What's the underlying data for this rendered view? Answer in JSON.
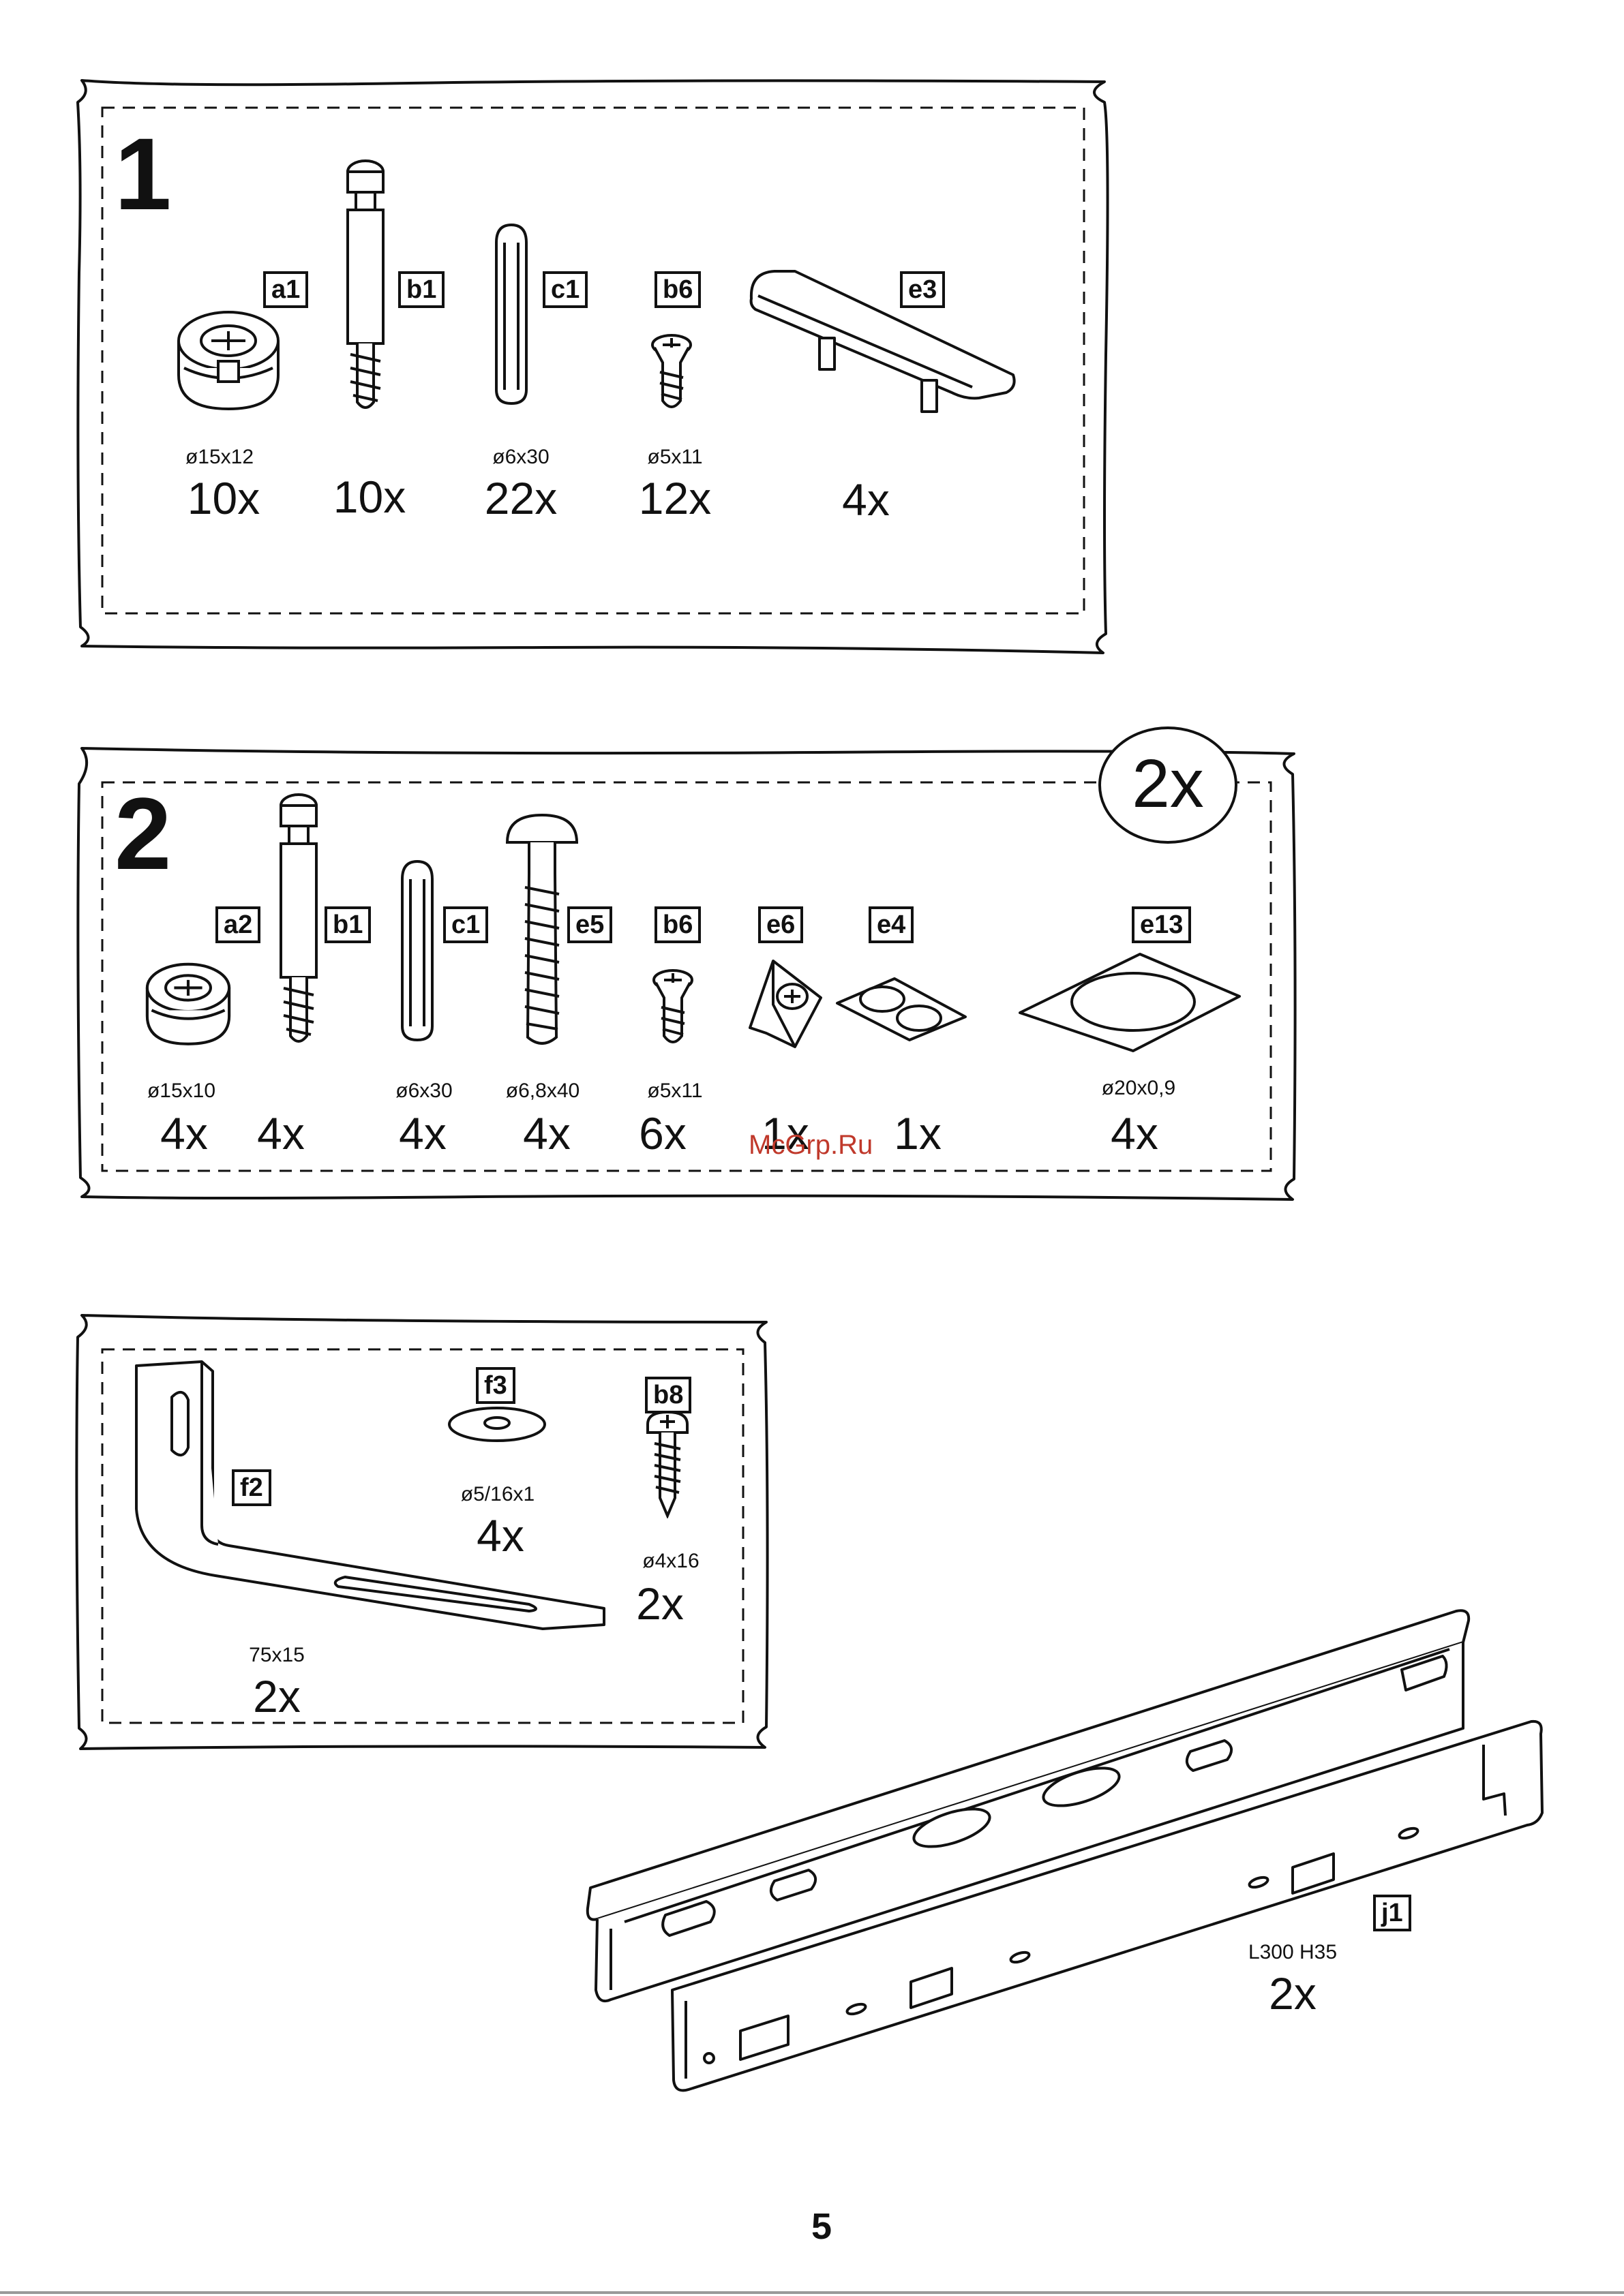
{
  "page_number": "5",
  "watermark": "McGrp.Ru",
  "section1": {
    "step": "1",
    "parts": [
      {
        "code": "a1",
        "dim": "ø15x12",
        "qty": "10x",
        "icon": "cam-lock-icon"
      },
      {
        "code": "b1",
        "dim": "",
        "qty": "10x",
        "icon": "cam-bolt-icon"
      },
      {
        "code": "c1",
        "dim": "ø6x30",
        "qty": "22x",
        "icon": "wooden-dowel-icon"
      },
      {
        "code": "b6",
        "dim": "ø5x11",
        "qty": "12x",
        "icon": "euro-screw-icon"
      },
      {
        "code": "e3",
        "dim": "",
        "qty": "4x",
        "icon": "handle-icon"
      }
    ]
  },
  "section2": {
    "step": "2",
    "multiplier": "2x",
    "parts": [
      {
        "code": "a2",
        "dim": "ø15x10",
        "qty": "4x",
        "icon": "cam-lock-icon"
      },
      {
        "code": "b1",
        "dim": "",
        "qty": "4x",
        "icon": "cam-bolt-icon"
      },
      {
        "code": "c1",
        "dim": "ø6x30",
        "qty": "4x",
        "icon": "wooden-dowel-icon"
      },
      {
        "code": "e5",
        "dim": "ø6,8x40",
        "qty": "4x",
        "icon": "shelf-pin-icon"
      },
      {
        "code": "b6",
        "dim": "ø5x11",
        "qty": "6x",
        "icon": "euro-screw-icon"
      },
      {
        "code": "e6",
        "dim": "",
        "qty": "1x",
        "icon": "corner-bracket-icon"
      },
      {
        "code": "e4",
        "dim": "",
        "qty": "1x",
        "icon": "bumper-pads-icon"
      },
      {
        "code": "e13",
        "dim": "ø20x0,9",
        "qty": "4x",
        "icon": "felt-pad-icon"
      }
    ]
  },
  "section3": {
    "parts": [
      {
        "code": "f2",
        "dim": "75x15",
        "qty": "2x",
        "icon": "angle-bracket-icon"
      },
      {
        "code": "f3",
        "dim": "ø5/16x1",
        "qty": "4x",
        "icon": "washer-icon"
      },
      {
        "code": "b8",
        "dim": "ø4x16",
        "qty": "2x",
        "icon": "wood-screw-icon"
      }
    ]
  },
  "rail": {
    "code": "j1",
    "dim": "L300 H35",
    "qty": "2x",
    "icon": "drawer-slide-icon"
  }
}
